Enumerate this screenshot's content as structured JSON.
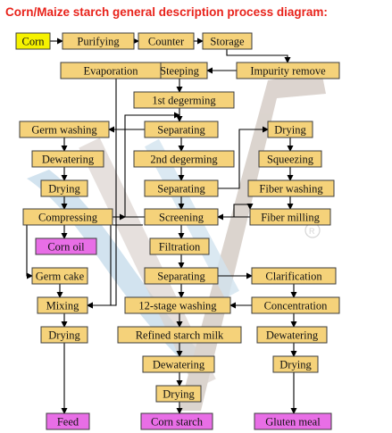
{
  "title": "Corn/Maize starch general description process diagram:",
  "watermark_icon": "factory-logo-watermark",
  "colors": {
    "title": "#e8231b",
    "step_box": "#f5d27a",
    "input_box": "#f6f200",
    "product_box": "#e86ee6",
    "border": "#3c3c3c"
  },
  "nodes": {
    "corn": {
      "label": "Corn",
      "kind": "input"
    },
    "purifying": {
      "label": "Purifying",
      "kind": "step"
    },
    "counter": {
      "label": "Counter",
      "kind": "step"
    },
    "storage": {
      "label": "Storage",
      "kind": "step"
    },
    "impurity": {
      "label": "Impurity remove",
      "kind": "step"
    },
    "steeping": {
      "label": "Steeping",
      "kind": "step"
    },
    "evaporation": {
      "label": "Evaporation",
      "kind": "step"
    },
    "degerm1": {
      "label": "1st degerming",
      "kind": "step"
    },
    "germwash": {
      "label": "Germ washing",
      "kind": "step"
    },
    "sep1": {
      "label": "Separating",
      "kind": "step"
    },
    "drying_top": {
      "label": "Drying",
      "kind": "step"
    },
    "dewater_l": {
      "label": "Dewatering",
      "kind": "step"
    },
    "degerm2": {
      "label": "2nd degerming",
      "kind": "step"
    },
    "squeezing": {
      "label": "Squeezing",
      "kind": "step"
    },
    "drying_l": {
      "label": "Drying",
      "kind": "step"
    },
    "sep2": {
      "label": "Separating",
      "kind": "step"
    },
    "fiberwash": {
      "label": "Fiber washing",
      "kind": "step"
    },
    "compress": {
      "label": "Compressing",
      "kind": "step"
    },
    "screening": {
      "label": "Screening",
      "kind": "step"
    },
    "fibermill": {
      "label": "Fiber milling",
      "kind": "step"
    },
    "cornoil": {
      "label": "Corn oil",
      "kind": "product"
    },
    "filtration": {
      "label": "Filtration",
      "kind": "step"
    },
    "germcake": {
      "label": "Germ cake",
      "kind": "step"
    },
    "sep3": {
      "label": "Separating",
      "kind": "step"
    },
    "clarification": {
      "label": "Clarification",
      "kind": "step"
    },
    "mixing": {
      "label": "Mixing",
      "kind": "step"
    },
    "wash12": {
      "label": "12-stage washing",
      "kind": "step"
    },
    "concentration": {
      "label": "Concentration",
      "kind": "step"
    },
    "drying_ll": {
      "label": "Drying",
      "kind": "step"
    },
    "refined": {
      "label": "Refined starch milk",
      "kind": "step"
    },
    "dewater_r": {
      "label": "Dewatering",
      "kind": "step"
    },
    "dewater_c": {
      "label": "Dewatering",
      "kind": "step"
    },
    "drying_r": {
      "label": "Drying",
      "kind": "step"
    },
    "drying_c": {
      "label": "Drying",
      "kind": "step"
    },
    "feed": {
      "label": "Feed",
      "kind": "product"
    },
    "cornstarch": {
      "label": "Corn starch",
      "kind": "product"
    },
    "gluten": {
      "label": "Gluten meal",
      "kind": "product"
    }
  }
}
